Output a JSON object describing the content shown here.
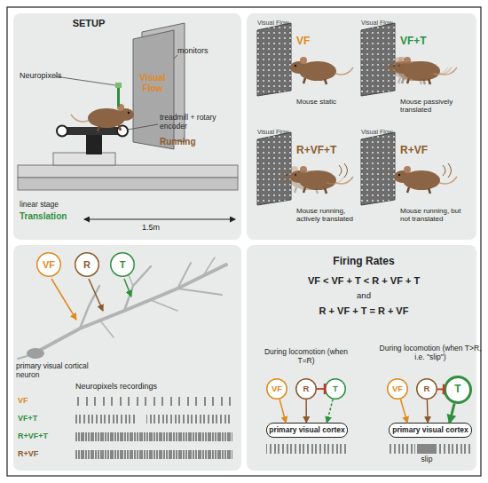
{
  "diagram": {
    "nodes": [
      {
        "text": [
          "VF"
        ]
      },
      {
        "text": [
          "R"
        ]
      },
      {
        "text": [
          "T"
        ]
      },
      {
        "text": [
          "VF"
        ]
      },
      {
        "text": [
          "R"
        ]
      },
      {
        "text": [
          "T"
        ]
      },
      {
        "text": [
          "primary visual cortex"
        ]
      },
      {
        "text": [
          "VF"
        ]
      },
      {
        "text": [
          "R"
        ]
      },
      {
        "text": [
          "T"
        ]
      },
      {
        "text": [
          "primary visual cortex"
        ]
      }
    ],
    "edges": [
      {
        "from": 3,
        "to": 6,
        "arrow": "to"
      },
      {
        "from": 4,
        "to": 6,
        "arrow": "to"
      },
      {
        "from": 4,
        "to": 5,
        "arrow": "to"
      },
      {
        "from": 5,
        "to": 6,
        "arrow": "to"
      },
      {
        "from": 7,
        "to": 10,
        "arrow": "to"
      },
      {
        "from": 8,
        "to": 10,
        "arrow": "to"
      },
      {
        "from": 8,
        "to": 9,
        "arrow": "to"
      },
      {
        "from": 9,
        "to": 10,
        "arrow": "to"
      }
    ],
    "labels": [
      "SETUP",
      "Neuropixels",
      "monitors",
      "Visual Flow",
      "treadmill + rotary encoder",
      "Running",
      "linear stage",
      "Translation",
      "1.5m",
      "Visual Flow",
      "VF",
      "Mouse static",
      "Visual Flow",
      "VF+T",
      "Mouse passively translated",
      "Visual Flow",
      "R+VF+T",
      "Mouse running, actively translated",
      "Visual Flow",
      "R+VF",
      "Mouse running, but not translated",
      "primary visual cortical neuron",
      "Neuropixels recordings",
      "VF",
      "VF+T",
      "R+VF+T",
      "R+VF",
      "Firing Rates",
      "VF < VF + T < R + VF + T",
      "and",
      "R + VF + T = R + VF",
      "During locomotion (when T=R)",
      "During locomotion (when T>R, i.e. \"slip\")",
      "slip"
    ]
  }
}
